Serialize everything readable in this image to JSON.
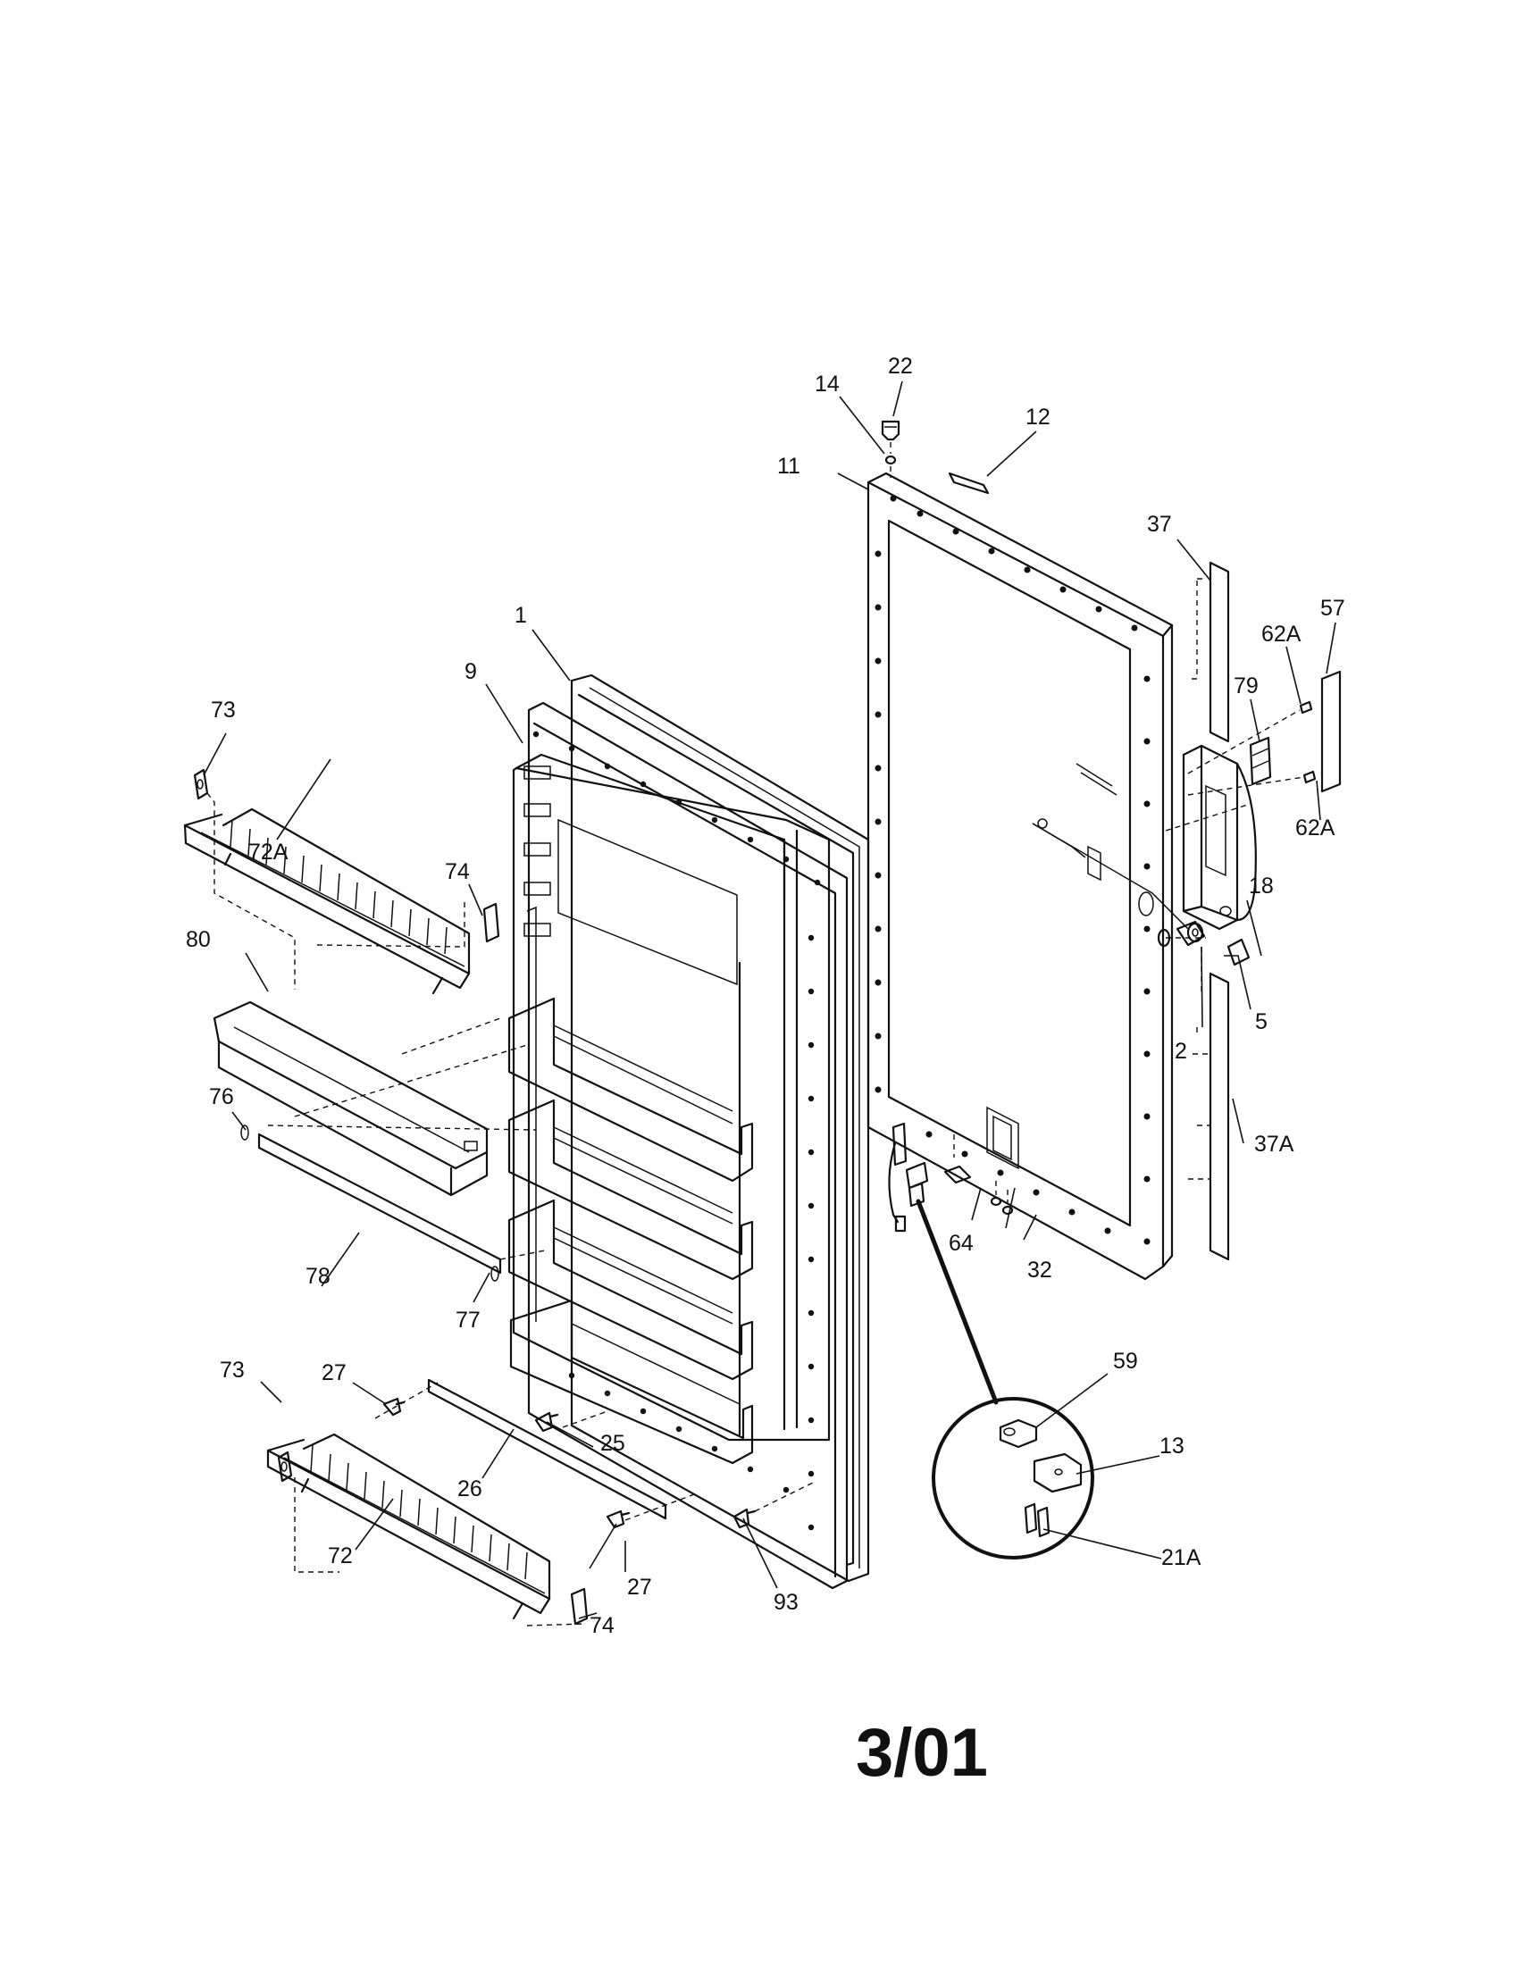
{
  "callouts": {
    "c1": "1",
    "c2": "2",
    "c5": "5",
    "c9": "9",
    "c11": "11",
    "c12": "12",
    "c13": "13",
    "c14": "14",
    "c18": "18",
    "c21a": "21A",
    "c22": "22",
    "c25": "25",
    "c26": "26",
    "c27a": "27",
    "c27b": "27",
    "c32": "32",
    "c37": "37",
    "c37a": "37A",
    "c57": "57",
    "c59": "59",
    "c62a_top": "62A",
    "c62a_bottom": "62A",
    "c64": "64",
    "c72": "72",
    "c72a": "72A",
    "c73a": "73",
    "c73b": "73",
    "c74a": "74",
    "c74b": "74",
    "c76": "76",
    "c77": "77",
    "c78": "78",
    "c79": "79",
    "c80": "80",
    "c93": "93"
  },
  "footer": {
    "code": "3/01"
  }
}
